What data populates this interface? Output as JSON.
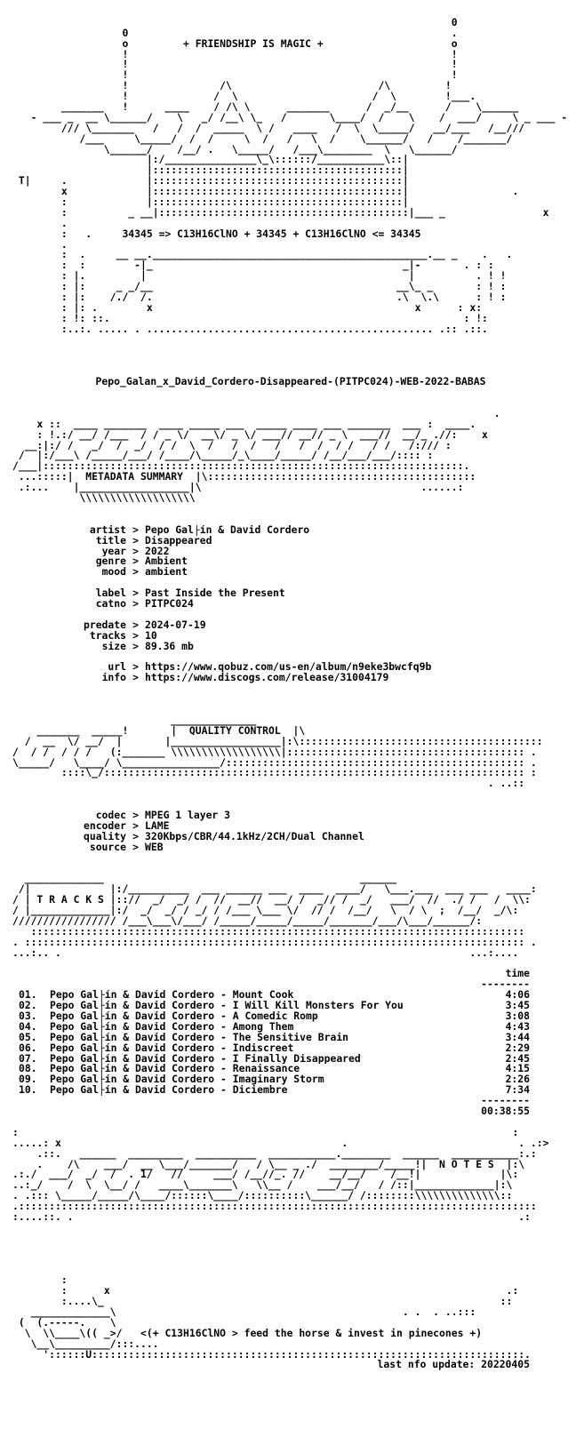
{
  "header_art": [
    "                                                                                      ",
    "                                                                        0             ",
    "                  0                                                     .             ",
    "                  o         + FRIENDSHIP IS MAGIC +                     o             ",
    "                  !                                                     !             ",
    "                  !                                                     !             ",
    "                  !                                                     !             ",
    "                  !               /\\                        /\\         !             ",
    "                  !              /  \\                      /  \\        !___.         ",
    "        _______   !      ____    / /\\ \\      _______      /  _/__      /    \\______   ",
    "   - ___ _  __ \\______/    \\   _/ /__\\ \\_   /       \\____/  /    \\    /  ___/     \\ _ ___ - ",
    "        /// \\_______   /   /  /  _____  \\ /   ____   /  \\  \\_____/   __/___   /__///     ",
    "           /___     \\_____/  /  /     \\  /   /   \\  /    \\______/   /    /_______/        ",
    "               \\______/    /__/ .   \\_____/   /___\\________  \\   \\______/                ",
    "                      |:/_______________\\_\\::::::/___________\\::|                      ",
    "                      |:::::::::::::::::::::::::::::::::::::::::|                      ",
    " T|     .             |:::::::::::::::::::::::::::::::::::::::::|                      ",
    "        x             |:::::::::::::::::::::::::::::::::::::::::|                 .    ",
    "        :             |:::::::::::::::::::::::::::::::::::::::::|                      ",
    "        :          _ __|:::::::::::::::::::::::::::::::::::::::::|___ _                x",
    "        .                                                                               ",
    "        :   .     34345 => C13H16ClNO + 34345 + C13H16ClNO <= 34345                    ",
    "        .                                                                               ",
    "        :  .     __ __._____________________________________________.__ _    .   .     ",
    "        :  :        -|_                                         _|-       . : :     ",
    "        : |.         |                                           |          . ! !     ",
    "        : |:     _ _/__                                        __\\_ _       : ! :     ",
    "        : |:    /./  /.                                        .\\  \\.\\      : ! :     ",
    "        : |: .        x                                           x      : x:     ",
    "        : !: ::.                                                          : !:     ",
    "        :..:. ..... . ............................................... .:: .::.     "
  ],
  "release_name": "Pepo_Galan_x_David_Cordero-Disappeared-(PITPC024)-WEB-2022-BABAS",
  "metadata_art": [
    "                                                                               .    ",
    "    x ::  ____ _______  ____ _____ ___  _____ ____ ___ _______  ___ :  ____.    ",
    "    : !.:/ __/ /___  / / _ \\/  __\\/ _ \\/ ___// __// _ \\  ___//  __/_ .//:    x",
    "  __:|:/ /   _/  /  _/  / /  \\  /   /  /   /   /  /  / /   / /   /:/// :   ",
    " /  |:/___\\ /_____/___/ /____/\\_____/_\\____/_____/ /__/___/___/:::: :   ",
    "/___|:::::::::::::::::::::::::::::::::::::::::::::::::::::::::::::::::::::.   ",
    " ...:::::|  METADATA SUMMARY  |\\::::::::::::::::::::::::::::::::::::::::::::    ",
    " .:...    |__________________|\\                                    ......:    ",
    "           \\\\\\\\\\\\\\\\\\\\\\\\\\\\\\\\\\\\\\                                              "
  ],
  "metadata_title": "METADATA SUMMARY",
  "metadata": {
    "group1": [
      {
        "key": "artist",
        "value": "Pepo Gal├ín & David Cordero"
      },
      {
        "key": "title",
        "value": "Disappeared"
      },
      {
        "key": "year",
        "value": "2022"
      },
      {
        "key": "genre",
        "value": "Ambient"
      },
      {
        "key": "mood",
        "value": "ambient"
      }
    ],
    "group2": [
      {
        "key": "label",
        "value": "Past Inside the Present"
      },
      {
        "key": "catno",
        "value": "PITPC024"
      }
    ],
    "group3": [
      {
        "key": "predate",
        "value": "2024-07-19"
      },
      {
        "key": "tracks",
        "value": "10"
      },
      {
        "key": "size",
        "value": "89.36 mb"
      }
    ],
    "group4": [
      {
        "key": "url",
        "value": "https://www.qobuz.com/us-en/album/n9eke3bwcfq9b"
      },
      {
        "key": "info",
        "value": "https://www.discogs.com/release/31004179"
      }
    ]
  },
  "separator": ">",
  "quality_art": [
    "                          ______________                                               ",
    "    _______  _____!       |  QUALITY CONTROL  |\\                                        ",
    "  /  __  \\/ __/  |       |__________________|:\\:::::::::::::::::::::::::::::::::::::::: ",
    "/  / /  / / /   (:_______ \\\\\\\\\\\\\\\\\\\\\\\\\\\\\\\\\\\\|::::::::::::::::::::::::::::::::::::::: . ",
    "\\_____/   \\____/ \\________________/::::::::::::::::::::::::::::::::::::::::::::::::: .",
    "        ::::\\_/::::::::::::::::::::::::::::::::::::::::::::::::::::::::::::::::::::: :",
    "                                                                              . ..:: "
  ],
  "quality_title": "QUALITY CONTROL",
  "quality": [
    {
      "key": "codec",
      "value": "MPEG 1 layer 3"
    },
    {
      "key": "encoder",
      "value": "LAME"
    },
    {
      "key": "quality",
      "value": "320Kbps/CBR/44.1kHz/2CH/Dual Channel"
    },
    {
      "key": "source",
      "value": "WEB"
    }
  ],
  "tracks_art": [
    "  _____________                                          ______                       ",
    " /|             |:/__________  ___ ______ ___  ____  ____/   \\___.___  ___ ___   ____:  ",
    "/ | T R A C K S |:://  _/  _/ /  //  __//  __/ /  _// /  _/   ___/  //  ./ /   /  \\\\:  ",
    "/ |_____________|:/  _/  _/ / _/ / /___ \\___ \\/  // /  /__/   \\  / \\  ;  /__/  _/\\:  ",
    "///////////////// /___\\___\\/___/ /_____/_____/_____/_______/___/\\___/______/:  ",
    "   :::::::::::::::::::::::::::::::::::::::::::::::::::::::::::::::::::::::::::::::::  ",
    ". :::::::::::::::::::::::::::::::::::::::::::::::::::::::::::::::::::::::::::::::::: .",
    "...:.. .                                                                   ...:.... "
  ],
  "tracks_title": "T R A C K S",
  "tracks_header": "time",
  "tracks_rule": "--------",
  "tracks": [
    {
      "num": "01.",
      "title": "Pepo Gal├ín & David Cordero - Mount Cook",
      "time": "4:06"
    },
    {
      "num": "02.",
      "title": "Pepo Gal├ín & David Cordero - I Will Kill Monsters For You",
      "time": "3:45"
    },
    {
      "num": "03.",
      "title": "Pepo Gal├ín & David Cordero - A Comedic Romp",
      "time": "3:08"
    },
    {
      "num": "04.",
      "title": "Pepo Gal├ín & David Cordero - Among Them",
      "time": "4:43"
    },
    {
      "num": "05.",
      "title": "Pepo Gal├ín & David Cordero - The Sensitive Brain",
      "time": "3:44"
    },
    {
      "num": "06.",
      "title": "Pepo Gal├ín & David Cordero - Indiscreet",
      "time": "2:29"
    },
    {
      "num": "07.",
      "title": "Pepo Gal├ín & David Cordero - I Finally Disappeared",
      "time": "2:45"
    },
    {
      "num": "08.",
      "title": "Pepo Gal├ín & David Cordero - Renaissance",
      "time": "4:15"
    },
    {
      "num": "09.",
      "title": "Pepo Gal├ín & David Cordero - Imaginary Storm",
      "time": "2:26"
    },
    {
      "num": "10.",
      "title": "Pepo Gal├ín & David Cordero - Diciembre",
      "time": "7:34"
    }
  ],
  "tracks_total": "00:38:55",
  "notes_art": [
    ":                                                                                 :    ",
    ".....: x                                              .                            . .:>",
    "    .::.   ______  _________  __________  ___________.________  ______  ___________:.:  ",
    "    .    /\\    ___/  __ \\___/_______/   / \\__ _ ./  ________/_____!|  N O T E S  |:\\  ",
    ".:./  ___/  _/  /  . 1/   //     ___/ /__//_. //    __/__/    /__!|             |\\:  ",
    "..:_/    /  \\  \\__/ /   ____\\_______\\   \\\\__ /    ___/__/   / /::|_____________|:\\  ",
    ". .::: \\_____/_____/\\____/::::::\\____/::::::::::\\______/ /::::::::\\\\\\\\\\\\\\\\\\\\\\\\\\\\::  ",
    ".:::::::::::::::::::::::::::::::::::::::::::::::::::::::::::::::::::::::::::::::::::::  ",
    ":....::. .                                                                         .: "
  ],
  "notes_title": "N O T E S",
  "footer_art": [
    "        :                                                                             ",
    "        :      x                                                                 .:  ",
    "        :....\\_                                                                 ::  ",
    "   _____________\\                                               . .  . ..:::  ",
    " (  (.-----.    \\                                                             ",
    "  \\  \\\\____\\(( _>/   <(+ C13H16ClNO > feed the horse & invest in pinecones +)     ",
    "   \\__\\_________/:::....                                                          ",
    "     '::::::U:::::::::::::::::::::::::::::::::::::::::::::::::::::::::::::::::::::::.  "
  ],
  "footer_tagline": "<(+ C13H16ClNO > feed the horse & invest in pinecones +)",
  "last_update_label": "last nfo update: 20220405"
}
